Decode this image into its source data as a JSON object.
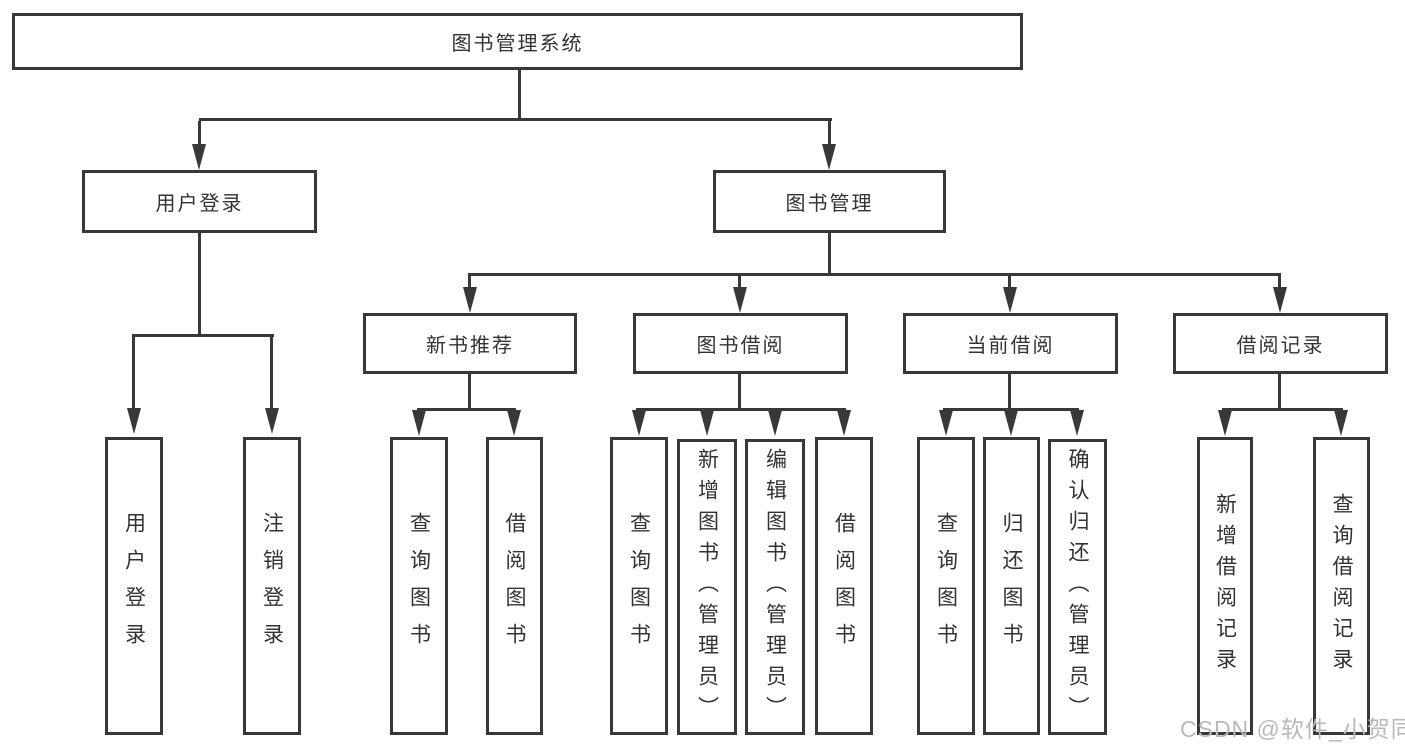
{
  "colors": {
    "line": "#383838",
    "text": "#333333",
    "box_background": "#ffffff",
    "page_background": "#ffffff",
    "watermark": "#b9b9b9"
  },
  "root": {
    "label": "图书管理系统"
  },
  "level2": {
    "user_login": {
      "label": "用户登录"
    },
    "book_mgmt": {
      "label": "图书管理"
    }
  },
  "level3": {
    "new_book_rec": {
      "label": "新书推荐"
    },
    "book_borrow": {
      "label": "图书借阅"
    },
    "current_borrow": {
      "label": "当前借阅"
    },
    "borrow_record": {
      "label": "借阅记录"
    }
  },
  "leaves": {
    "user_login_login": {
      "label": "用户登录"
    },
    "user_login_logout": {
      "label": "注销登录"
    },
    "new_book_query": {
      "label": "查询图书"
    },
    "new_book_borrow": {
      "label": "借阅图书"
    },
    "book_borrow_query": {
      "label": "查询图书"
    },
    "book_borrow_add": {
      "label": "新增图书（管理员）"
    },
    "book_borrow_edit": {
      "label": "编辑图书（管理员）"
    },
    "book_borrow_borrow": {
      "label": "借阅图书"
    },
    "current_query": {
      "label": "查询图书"
    },
    "current_return": {
      "label": "归还图书"
    },
    "current_confirm": {
      "label": "确认归还（管理员）"
    },
    "record_add": {
      "label": "新增借阅记录"
    },
    "record_query": {
      "label": "查询借阅记录"
    }
  },
  "watermark": {
    "text": "CSDN @软件_小贺同学"
  }
}
